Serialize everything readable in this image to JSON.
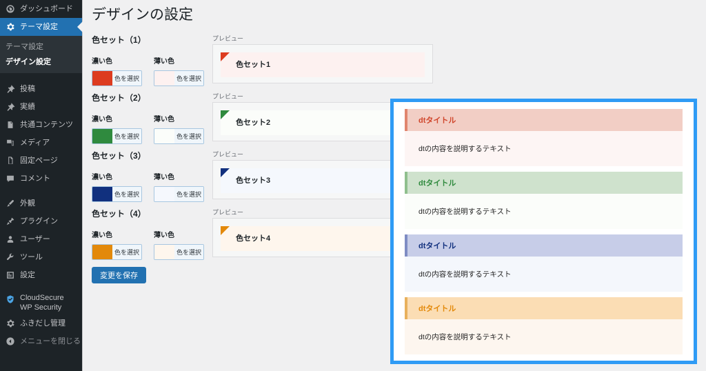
{
  "sidebar": {
    "items": [
      {
        "label": "ダッシュボード",
        "icon": "dashboard-icon",
        "state": "normal"
      },
      {
        "label": "テーマ設定",
        "icon": "gear-icon",
        "state": "active"
      },
      {
        "label": "投稿",
        "icon": "pin-icon",
        "state": "normal"
      },
      {
        "label": "実績",
        "icon": "pin-icon",
        "state": "normal"
      },
      {
        "label": "共通コンテンツ",
        "icon": "page-icon",
        "state": "normal"
      },
      {
        "label": "メディア",
        "icon": "media-icon",
        "state": "normal"
      },
      {
        "label": "固定ページ",
        "icon": "pages-icon",
        "state": "normal"
      },
      {
        "label": "コメント",
        "icon": "comment-icon",
        "state": "normal"
      },
      {
        "label": "外観",
        "icon": "appearance-brush-icon",
        "state": "normal"
      },
      {
        "label": "プラグイン",
        "icon": "plugin-icon",
        "state": "normal"
      },
      {
        "label": "ユーザー",
        "icon": "user-icon",
        "state": "normal"
      },
      {
        "label": "ツール",
        "icon": "wrench-icon",
        "state": "normal"
      },
      {
        "label": "設定",
        "icon": "settings-sliders-icon",
        "state": "normal"
      },
      {
        "label": "CloudSecure WP Security",
        "icon": "shield-check-icon",
        "state": "normal"
      },
      {
        "label": "ふきだし管理",
        "icon": "gear-icon",
        "state": "normal"
      },
      {
        "label": "メニューを閉じる",
        "icon": "collapse-arrow-icon",
        "state": "dim"
      }
    ],
    "submenu": [
      {
        "label": "テーマ設定",
        "current": false
      },
      {
        "label": "デザイン設定",
        "current": true
      }
    ],
    "active_accent": "#2271b1",
    "background": "#1d2327"
  },
  "main": {
    "page_title": "デザインの設定",
    "dark_color_label": "濃い色",
    "light_color_label": "薄い色",
    "pick_color_label": "色を選択",
    "preview_label": "プレビュー",
    "save_label": "変更を保存",
    "color_sets": [
      {
        "title": "色セット（1）",
        "preview_text": "色セット1",
        "dark_color": "#dd3c20",
        "light_color": "#fdf1f0"
      },
      {
        "title": "色セット（2）",
        "preview_text": "色セット2",
        "dark_color": "#2f8a3e",
        "light_color": "#fbfdfa"
      },
      {
        "title": "色セット（3）",
        "preview_text": "色セット3",
        "dark_color": "#11307e",
        "light_color": "#f5f8fd"
      },
      {
        "title": "色セット（4）",
        "preview_text": "色セット4",
        "dark_color": "#e3890a",
        "light_color": "#fef6ed"
      }
    ]
  },
  "overlay": {
    "border_color": "#2f9bf5",
    "blocks": [
      {
        "dt_text": "dtタイトル",
        "dd_text": "dtの内容を説明するテキスト",
        "dt_bg": "#f2cec5",
        "dt_color": "#d0452b",
        "dt_accent": "#e0856e",
        "dd_bg": "#fdf5f4"
      },
      {
        "dt_text": "dtタイトル",
        "dd_text": "dtの内容を説明するテキスト",
        "dt_bg": "#cfe2cd",
        "dt_color": "#2f8a3e",
        "dt_accent": "#8fbf8d",
        "dd_bg": "#fbfdfa"
      },
      {
        "dt_text": "dtタイトル",
        "dd_text": "dtの内容を説明するテキスト",
        "dt_bg": "#c7cde8",
        "dt_color": "#11307e",
        "dt_accent": "#7f8cc4",
        "dd_bg": "#f4f7fc"
      },
      {
        "dt_text": "dtタイトル",
        "dd_text": "dtの内容を説明するテキスト",
        "dt_bg": "#fbddb4",
        "dt_color": "#e3890a",
        "dt_accent": "#e8b05c",
        "dd_bg": "#fdf6ef"
      }
    ]
  }
}
